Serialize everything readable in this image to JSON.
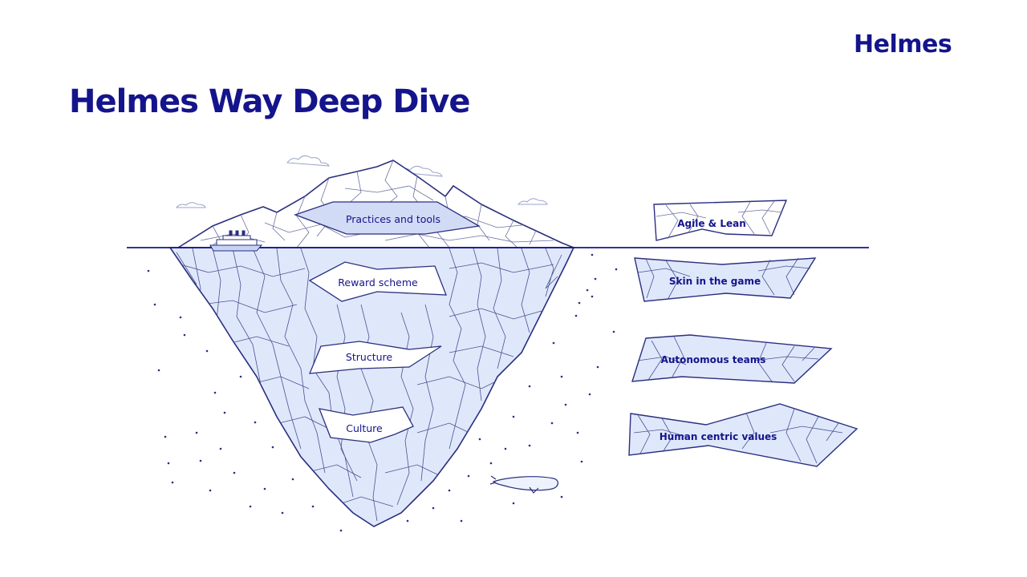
{
  "slide": {
    "logo": "Helmes",
    "title": "Helmes Way Deep Dive"
  },
  "iceberg": {
    "above_water": [
      "Practices and tools"
    ],
    "below_water": [
      "Reward scheme",
      "Structure",
      "Culture"
    ]
  },
  "fragments": [
    "Agile & Lean",
    "Skin in the game",
    "Autonomous teams",
    "Human centric values"
  ],
  "colors": {
    "brand": "#14148c",
    "line": "#2a2f7e",
    "ice_fill": "#dfe8fb",
    "label_fill": "#ffffff"
  },
  "icons": {
    "ship": "ship-icon",
    "whale": "whale-icon",
    "cloud": "cloud-icon"
  }
}
